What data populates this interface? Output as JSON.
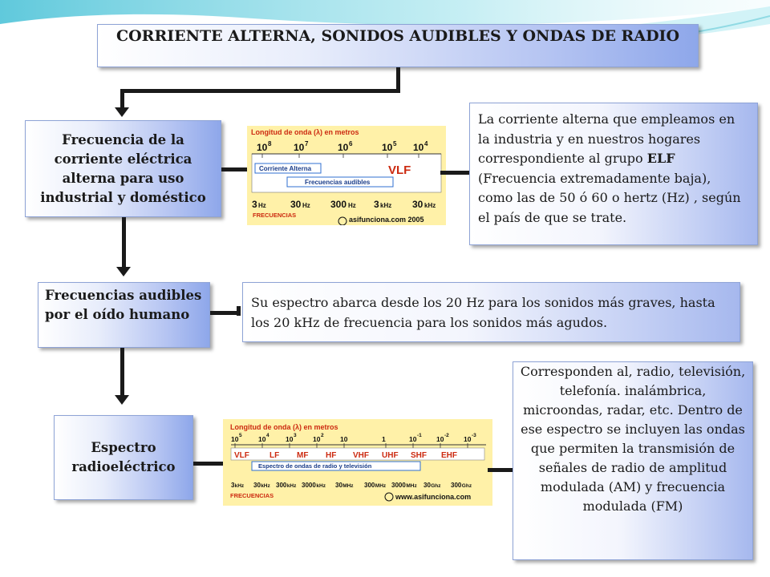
{
  "title": "CORRIENTE ALTERNA, SONIDOS AUDIBLES Y ONDAS DE RADIO",
  "node_alterna": "Frecuencia de la corriente eléctrica alterna para uso industrial y doméstico",
  "desc_alterna": {
    "part1": "La corriente alterna que empleamos en la industria y en nuestros hogares correspondiente al grupo ",
    "bold": "ELF",
    "part2": " (Frecuencia extremadamente baja), como las de 50 ó 60 o hertz (Hz) , según el país de que se trate."
  },
  "node_audibles": "Frecuencias audibles por el oído humano",
  "desc_audibles": "Su espectro abarca desde los 20 Hz para los sonidos más graves, hasta los 20 kHz de frecuencia para los sonidos más agudos.",
  "node_espectro": "Espectro radioeléctrico",
  "desc_espectro": "Corresponden al, radio, televisión, telefonía. inalámbrica, microondas, radar, etc. Dentro de ese espectro se incluyen las ondas que permiten la transmisión de señales de radio de amplitud modulada (AM) y frecuencia modulada (FM)",
  "chart1": {
    "heading": "Longitud de onda (λ) en metros",
    "exponents": [
      "8",
      "7",
      "6",
      "5",
      "4"
    ],
    "base": "10",
    "bar_corriente": "Corriente Alterna",
    "bar_audibles": "Frecuencias audibles",
    "band": "VLF",
    "freq_nums": [
      "3",
      "30",
      "300",
      "3",
      "30"
    ],
    "freq_units": [
      "Hz",
      "Hz",
      "Hz",
      "kHz",
      "kHz"
    ],
    "freq_label": "FRECUENCIAS",
    "copyright": "asifunciona.com 2005",
    "copyright_symbol": "©"
  },
  "chart2": {
    "heading": "Longitud de onda (λ) en metros",
    "exponents": [
      "5",
      "4",
      "3",
      "2",
      "",
      "",
      "-1",
      "-2",
      "-3"
    ],
    "bases": [
      "10",
      "10",
      "10",
      "10",
      "10",
      "1",
      "10",
      "10",
      "10"
    ],
    "bands": [
      "VLF",
      "LF",
      "MF",
      "HF",
      "VHF",
      "UHF",
      "SHF",
      "EHF"
    ],
    "bar_label": "Espectro de ondas de radio y televisión",
    "freq_nums": [
      "3",
      "30",
      "300",
      "3000",
      "30",
      "300",
      "3000",
      "30",
      "300"
    ],
    "freq_units": [
      "kHz",
      "kHz",
      "kHz",
      "kHz",
      "MHz",
      "MHz",
      "MHz",
      "Ghz",
      "Ghz"
    ],
    "freq_label": "FRECUENCIAS",
    "copyright": "www.asifunciona.com",
    "copyright_symbol": "©"
  },
  "colors": {
    "box_border": "#8ea3d6",
    "box_accent": "#8ea7ea",
    "chart_bg": "#fff1a8",
    "chart_red": "#cc2a10",
    "bar_blue": "#2f6fd0"
  }
}
